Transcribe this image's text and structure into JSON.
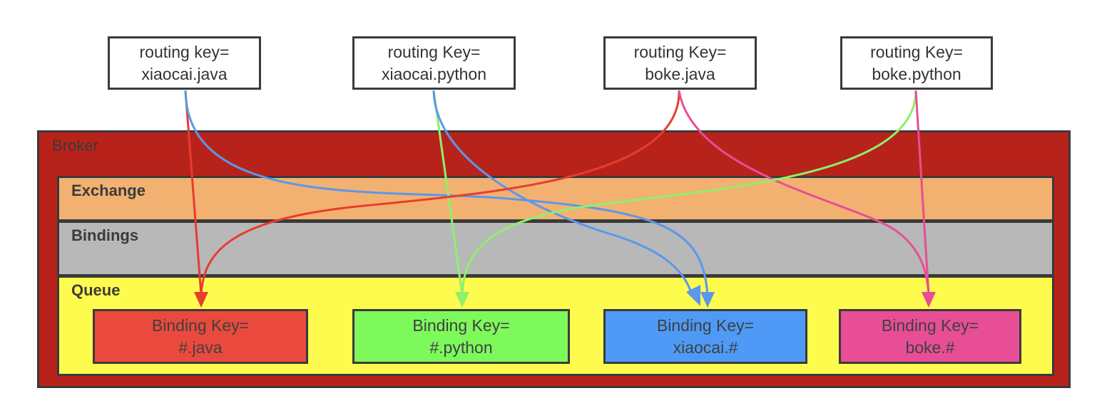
{
  "layers": {
    "broker": "Broker",
    "exchange": "Exchange",
    "bindings": "Bindings",
    "queue": "Queue"
  },
  "routing_keys": [
    {
      "line1": "routing key=",
      "line2": "xiaocai.java"
    },
    {
      "line1": "routing Key=",
      "line2": "xiaocai.python"
    },
    {
      "line1": "routing Key=",
      "line2": "boke.java"
    },
    {
      "line1": "routing Key=",
      "line2": "boke.python"
    }
  ],
  "binding_keys": [
    {
      "line1": "Binding Key=",
      "line2": "#.java",
      "color": "#ea4a3d"
    },
    {
      "line1": "Binding Key=",
      "line2": "#.python",
      "color": "#7ef95c"
    },
    {
      "line1": "Binding Key=",
      "line2": "xiaocai.#",
      "color": "#4e9af6"
    },
    {
      "line1": "Binding Key=",
      "line2": "boke.#",
      "color": "#e84e95"
    }
  ],
  "colors": {
    "broker": "#b7231b",
    "exchange": "#f2b171",
    "bindings": "#b8b8b8",
    "queue": "#fefb4f",
    "arrow_java": "#ea3b2f",
    "arrow_python": "#8ff06b",
    "arrow_xiaocai": "#5b97ec",
    "arrow_boke": "#e84e95"
  }
}
